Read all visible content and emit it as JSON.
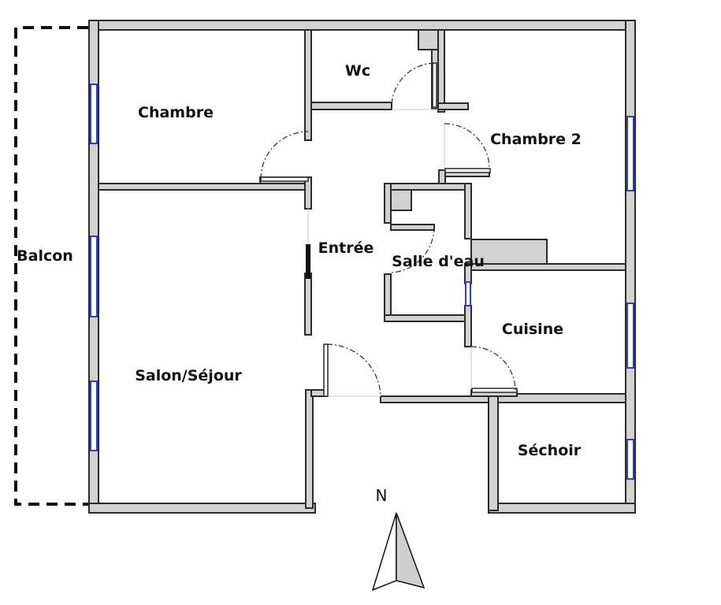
{
  "rooms": {
    "wc": "Wc",
    "chambre": "Chambre",
    "chambre2": "Chambre 2",
    "balcon": "Balcon",
    "entree": "Entrée",
    "salle_eau": "Salle d'eau",
    "cuisine": "Cuisine",
    "salon": "Salon/Séjour",
    "sechoir": "Séchoir"
  },
  "compass": {
    "north_label": "N"
  },
  "colors": {
    "wall_fill": "#d2d2d2",
    "outline": "#2a2a2a",
    "window": "#2c3fd1"
  }
}
